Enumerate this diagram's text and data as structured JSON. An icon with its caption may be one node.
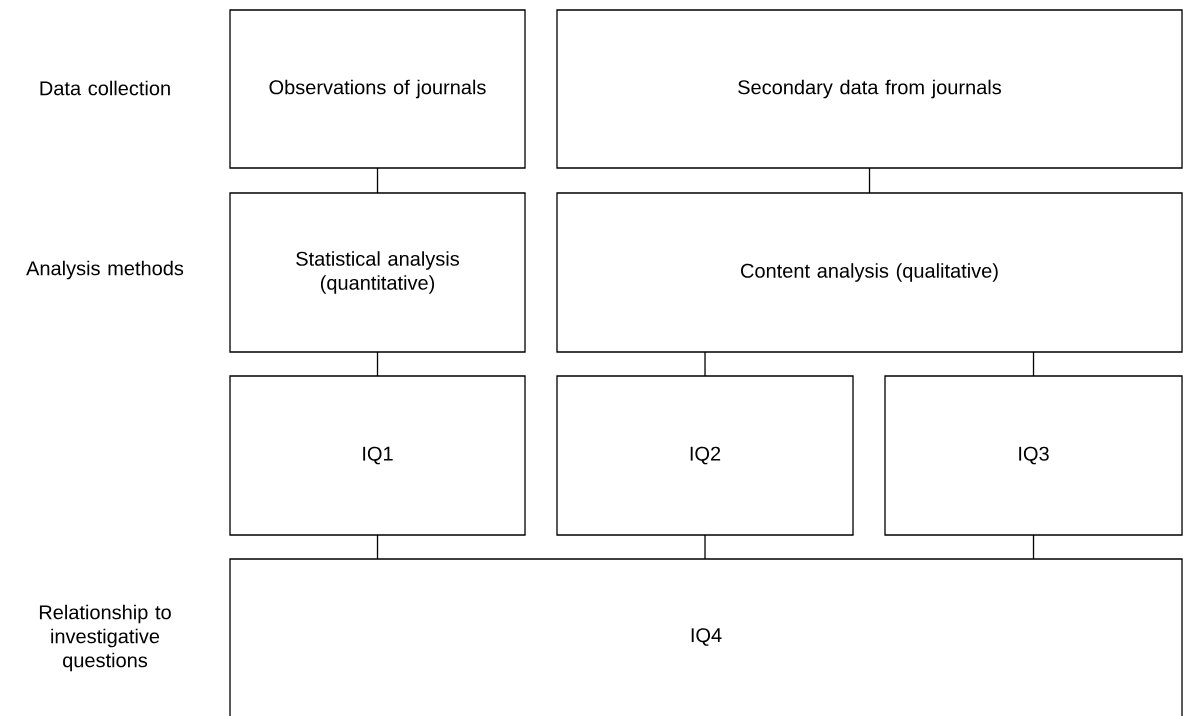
{
  "diagram": {
    "nodes": [
      {
        "text": [
          "Observations of journals"
        ]
      },
      {
        "text": [
          "Secondary data from journals"
        ]
      },
      {
        "text": [
          "Statistical analysis (quantitative)"
        ]
      },
      {
        "text": [
          "Content analysis (qualitative)"
        ]
      },
      {
        "text": [
          "IQ1"
        ]
      },
      {
        "text": [
          "IQ2"
        ]
      },
      {
        "text": [
          "IQ3"
        ]
      },
      {
        "text": [
          "IQ4"
        ]
      }
    ],
    "edges": [
      {
        "from": 0,
        "to": 2,
        "arrow": "none"
      },
      {
        "from": 1,
        "to": 3,
        "arrow": "none"
      },
      {
        "from": 2,
        "to": 4,
        "arrow": "none"
      },
      {
        "from": 3,
        "to": 5,
        "arrow": "none"
      },
      {
        "from": 3,
        "to": 6,
        "arrow": "none"
      },
      {
        "from": 4,
        "to": 7,
        "arrow": "none"
      },
      {
        "from": 5,
        "to": 7,
        "arrow": "none"
      },
      {
        "from": 6,
        "to": 7,
        "arrow": "none"
      }
    ],
    "labels": [
      "Data collection",
      "Analysis methods",
      "Relationship to investigative questions"
    ]
  }
}
